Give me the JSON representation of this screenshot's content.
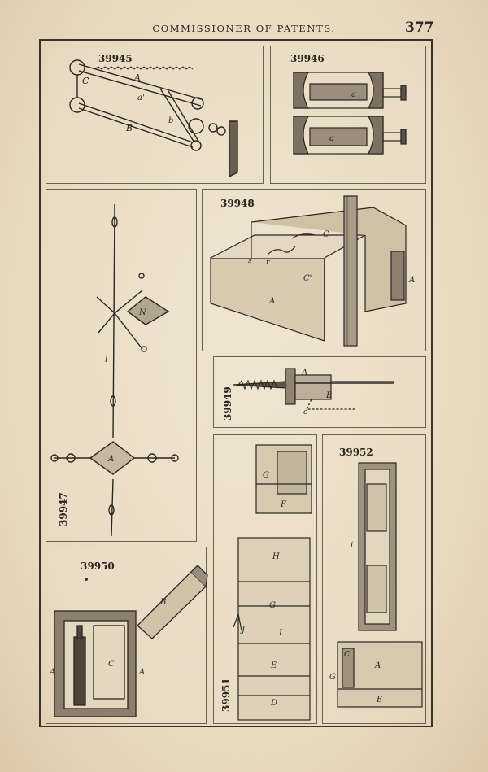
{
  "header": {
    "title": "COMMISSIONER OF PATENTS.",
    "page_number": "377"
  },
  "figures": [
    {
      "id": "39945",
      "labels": [
        "A",
        "a'",
        "B",
        "b",
        "C"
      ]
    },
    {
      "id": "39946",
      "labels": [
        "a",
        "a"
      ]
    },
    {
      "id": "39947",
      "labels": [
        "N",
        "l",
        "A"
      ]
    },
    {
      "id": "39948",
      "labels": [
        "C",
        "C'",
        "A",
        "A",
        "s",
        "r"
      ]
    },
    {
      "id": "39949",
      "labels": [
        "A",
        "B",
        "c"
      ]
    },
    {
      "id": "39950",
      "labels": [
        "A",
        "A",
        "B",
        "C"
      ]
    },
    {
      "id": "39951",
      "labels": [
        "G",
        "F",
        "H",
        "G",
        "I",
        "J",
        "E",
        "D"
      ]
    },
    {
      "id": "39952",
      "labels": [
        "i",
        "C",
        "A",
        "G",
        "E"
      ]
    }
  ]
}
